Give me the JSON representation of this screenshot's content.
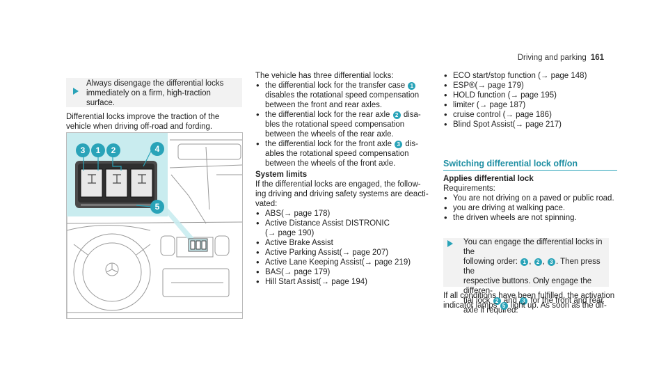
{
  "header": {
    "section": "Driving and parking",
    "page_number": "161"
  },
  "col1": {
    "note": "Always disengage the differential locks immediately on a firm, high-traction surface.",
    "note_lines": [
      "Always disengage the differential locks",
      "immediately on a firm, high-traction",
      "surface."
    ],
    "intro_lines": [
      "Differential locks improve the traction of the",
      "vehicle when driving off-road and fording."
    ],
    "callouts": [
      "3",
      "1",
      "2",
      "4",
      "5"
    ]
  },
  "col2": {
    "lead": "The vehicle has three differential locks:",
    "locks": [
      {
        "lines": [
          "the differential lock for the transfer case",
          "disables the rotational speed compensation",
          "between the front and rear axles."
        ],
        "num": "1"
      },
      {
        "lines": [
          "the differential lock for the rear axle",
          "bles the rotational speed compensation",
          "between the wheels of the rear axle."
        ],
        "num": "2",
        "tail": " disa-"
      },
      {
        "lines": [
          "the differential lock for the front axle",
          "ables the rotational speed compensation",
          "between the wheels of the front axle."
        ],
        "num": "3",
        "tail": " dis-"
      }
    ],
    "limits_title": "System limits",
    "limits_lines": [
      "If the differential locks are engaged, the follow-",
      "ing driving and driving safety systems are deacti-",
      "vated:"
    ],
    "systems": [
      "ABS(→ page 178)",
      "Active Distance Assist DISTRONIC",
      "(→ page 190)",
      "Active Brake Assist",
      "Active Parking Assist(→ page 207)",
      "Active Lane Keeping Assist(→ page 219)",
      "BAS(→ page 179)",
      "Hill Start Assist(→ page 194)"
    ]
  },
  "col3": {
    "items": [
      "ECO start/stop function (→ page 148)",
      "ESP®(→ page 179)",
      "HOLD function (→ page 195)",
      "limiter (→ page 187)",
      "cruise control (→ page 186)",
      "Blind Spot Assist(→ page 217)"
    ],
    "section_title": "Switching differential lock off/on",
    "subheading": "Applies differential lock",
    "requirements_label": "Requirements:",
    "requirements": [
      "You are not driving on a paved or public road.",
      "you are driving at walking pace.",
      "the driven wheels are not spinning."
    ],
    "step_lines": [
      "You can engage the differential locks in the",
      "following order:",
      "respective buttons. Only engage the differen-",
      "tial lock",
      "and",
      "for the front and rear",
      "axle if required."
    ],
    "step_nums": [
      "1",
      "2",
      "3",
      "2",
      "3"
    ],
    "step_tail": ". Then press the",
    "result_lines": [
      "If all conditions have been fulfilled, the activation",
      "indicator lamps",
      "light up. As soon as the dif-"
    ],
    "result_num": "5"
  },
  "colors": {
    "accent": "#29a3b8",
    "panel": "#c9ecef",
    "note_bg": "#f2f2f2"
  }
}
